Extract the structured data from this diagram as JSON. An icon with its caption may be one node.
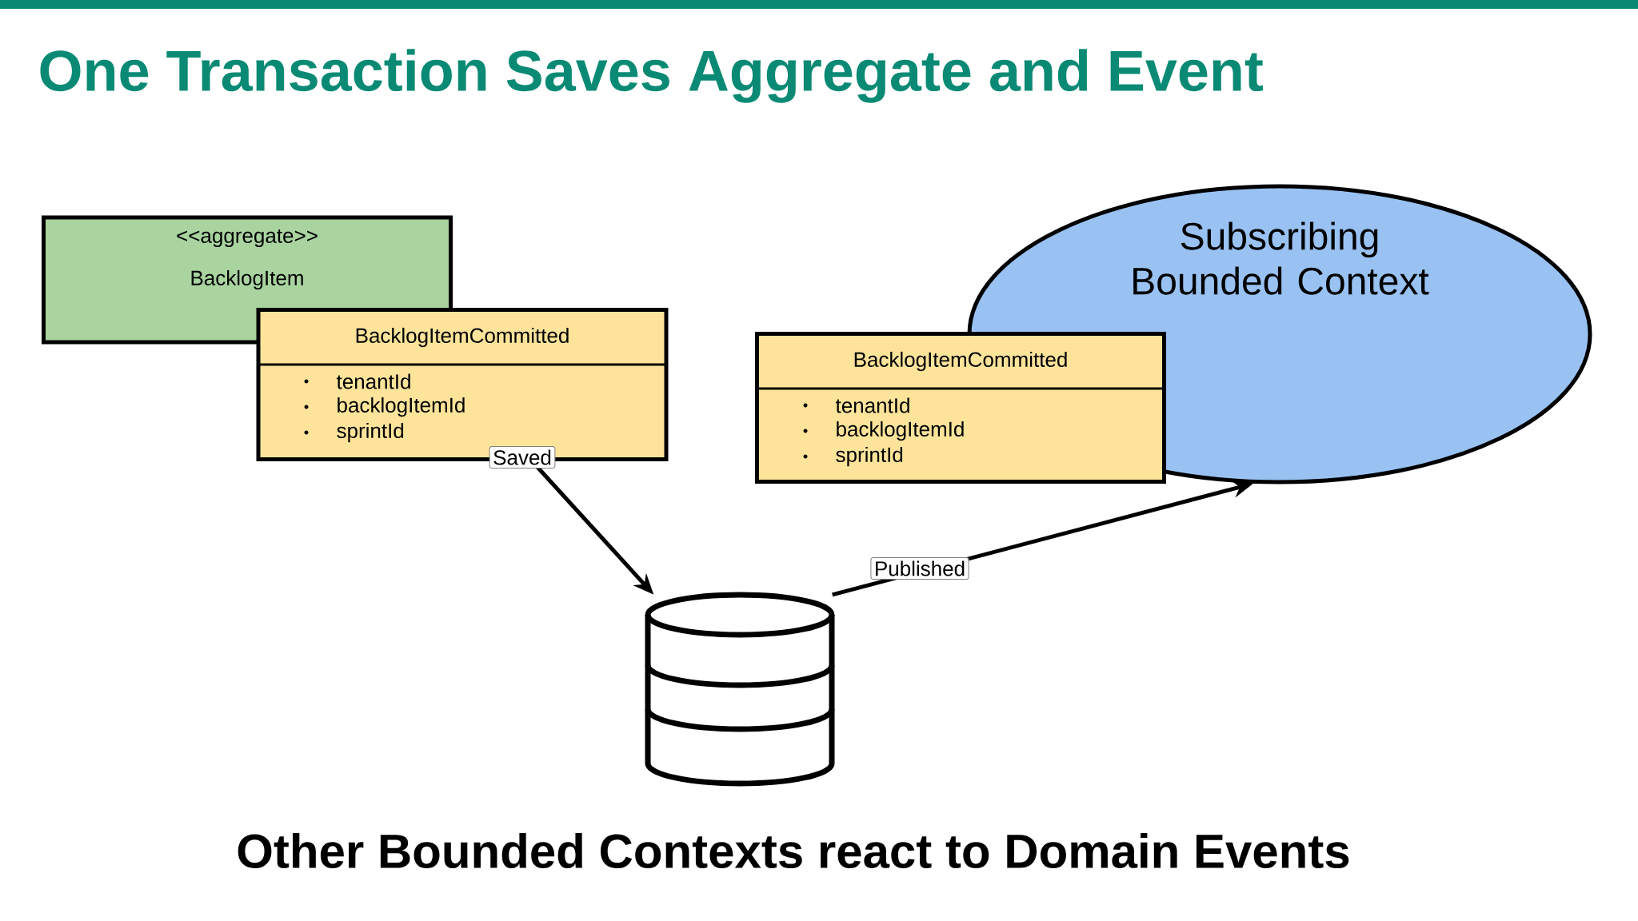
{
  "diagram": {
    "title": "One Transaction Saves Aggregate and Event",
    "caption": "Other Bounded Contexts react to Domain Events",
    "nodes": [
      {
        "text": [
          "<<aggregate>>",
          "BacklogItem"
        ]
      },
      {
        "text": [
          "BacklogItemCommitted",
          "tenantId",
          "backlogItemId",
          "sprintId"
        ]
      },
      {
        "text": [
          "Subscribing Bounded Context"
        ]
      },
      {
        "text": [
          "BacklogItemCommitted",
          "tenantId",
          "backlogItemId",
          "sprintId"
        ]
      },
      {
        "text": [],
        "shape": "cylinder"
      }
    ],
    "edges": [
      {
        "from": 1,
        "to": 4,
        "arrow": "to",
        "label": "Saved"
      },
      {
        "from": 4,
        "to": 2,
        "arrow": "to",
        "label": "Published"
      }
    ]
  }
}
